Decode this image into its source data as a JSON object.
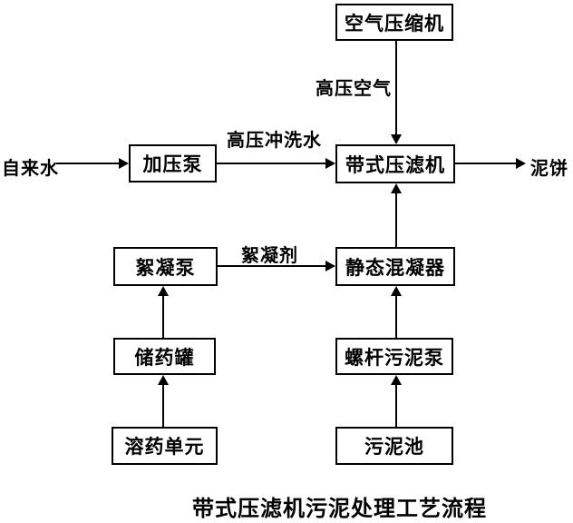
{
  "diagram": {
    "caption": "带式压滤机污泥处理工艺流程",
    "nodes": {
      "air_compressor": "空气压缩机",
      "pressure_pump": "加压泵",
      "belt_filter_press": "带式压滤机",
      "flocculation_pump": "絮凝泵",
      "static_mixer": "静态混凝器",
      "chemical_tank": "储药罐",
      "screw_sludge_pump": "螺杆污泥泵",
      "dissolving_unit": "溶药单元",
      "sludge_pool": "污泥池"
    },
    "labels": {
      "tap_water": "自来水",
      "mud_cake": "泥饼",
      "high_pressure_air": "高压空气",
      "high_pressure_flush_water": "高压冲洗水",
      "flocculant": "絮凝剂"
    },
    "colors": {
      "line": "#000000",
      "background": "#ffffff",
      "text": "#000000"
    }
  }
}
